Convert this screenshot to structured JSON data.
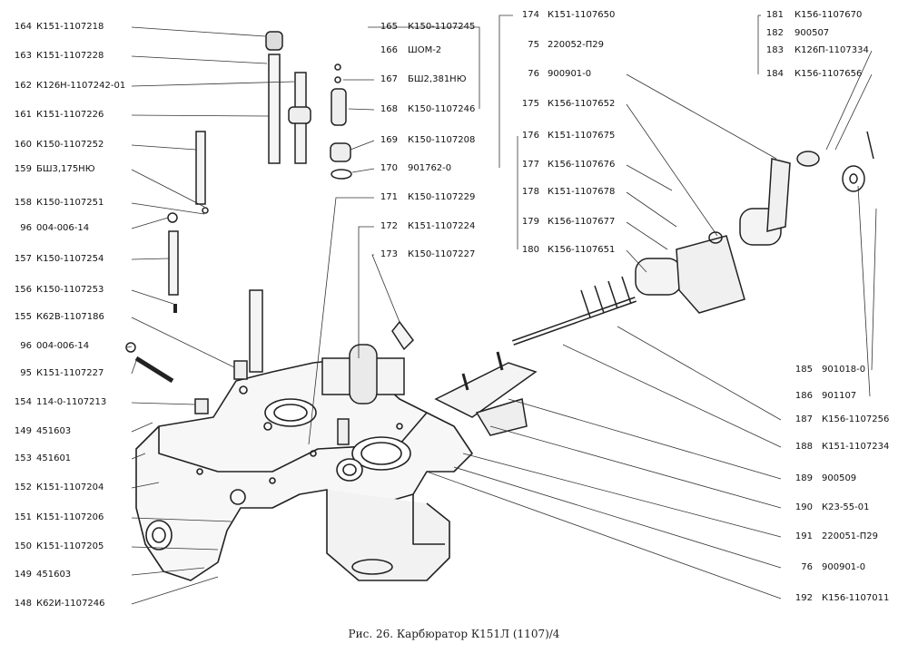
{
  "caption": "Рис. 26. Карбюратор К151Л (1107)/4",
  "callouts": [
    {
      "num": "164",
      "part": "К151-1107218",
      "side": "left"
    },
    {
      "num": "163",
      "part": "К151-1107228",
      "side": "left"
    },
    {
      "num": "162",
      "part": "К126Н-1107242-01",
      "side": "left"
    },
    {
      "num": "161",
      "part": "К151-1107226",
      "side": "left"
    },
    {
      "num": "160",
      "part": "К150-1107252",
      "side": "left"
    },
    {
      "num": "159",
      "part": "БШ3,175НЮ",
      "side": "left"
    },
    {
      "num": "158",
      "part": "К150-1107251",
      "side": "left"
    },
    {
      "num": "96",
      "part": "004-006-14",
      "side": "left"
    },
    {
      "num": "157",
      "part": "К150-1107254",
      "side": "left"
    },
    {
      "num": "156",
      "part": "К150-1107253",
      "side": "left"
    },
    {
      "num": "155",
      "part": "К62В-1107186",
      "side": "left"
    },
    {
      "num": "96",
      "part": "004-006-14",
      "side": "left"
    },
    {
      "num": "95",
      "part": "К151-1107227",
      "side": "left"
    },
    {
      "num": "154",
      "part": "114-0-1107213",
      "side": "left"
    },
    {
      "num": "149",
      "part": "451603",
      "side": "left"
    },
    {
      "num": "153",
      "part": "451601",
      "side": "left"
    },
    {
      "num": "152",
      "part": "К151-1107204",
      "side": "left"
    },
    {
      "num": "151",
      "part": "К151-1107206",
      "side": "left"
    },
    {
      "num": "150",
      "part": "К151-1107205",
      "side": "left"
    },
    {
      "num": "149",
      "part": "451603",
      "side": "left"
    },
    {
      "num": "148",
      "part": "К62И-1107246",
      "side": "left"
    },
    {
      "num": "165",
      "part": "К150-1107245",
      "side": "mid"
    },
    {
      "num": "166",
      "part": "ШОМ-2",
      "side": "mid"
    },
    {
      "num": "167",
      "part": "БШ2,381НЮ",
      "side": "mid"
    },
    {
      "num": "168",
      "part": "К150-1107246",
      "side": "mid"
    },
    {
      "num": "169",
      "part": "К150-1107208",
      "side": "mid"
    },
    {
      "num": "170",
      "part": "901762-0",
      "side": "mid"
    },
    {
      "num": "171",
      "part": "К150-1107229",
      "side": "mid"
    },
    {
      "num": "172",
      "part": "К151-1107224",
      "side": "mid"
    },
    {
      "num": "173",
      "part": "К150-1107227",
      "side": "mid"
    },
    {
      "num": "174",
      "part": "К151-1107650",
      "side": "mid2"
    },
    {
      "num": "75",
      "part": "220052-П29",
      "side": "mid2"
    },
    {
      "num": "76",
      "part": "900901-0",
      "side": "mid2"
    },
    {
      "num": "175",
      "part": "К156-1107652",
      "side": "mid2"
    },
    {
      "num": "176",
      "part": "К151-1107675",
      "side": "mid2"
    },
    {
      "num": "177",
      "part": "К156-1107676",
      "side": "mid2"
    },
    {
      "num": "178",
      "part": "К151-1107678",
      "side": "mid2"
    },
    {
      "num": "179",
      "part": "К156-1107677",
      "side": "mid2"
    },
    {
      "num": "180",
      "part": "К156-1107651",
      "side": "mid2"
    },
    {
      "num": "181",
      "part": "К156-1107670",
      "side": "right"
    },
    {
      "num": "182",
      "part": "900507",
      "side": "right"
    },
    {
      "num": "183",
      "part": "К126П-1107334",
      "side": "right"
    },
    {
      "num": "184",
      "part": "К156-1107656",
      "side": "right"
    },
    {
      "num": "185",
      "part": "901018-0",
      "side": "right"
    },
    {
      "num": "186",
      "part": "901107",
      "side": "right"
    },
    {
      "num": "187",
      "part": "К156-1107256",
      "side": "right"
    },
    {
      "num": "188",
      "part": "К151-1107234",
      "side": "right"
    },
    {
      "num": "189",
      "part": "900509",
      "side": "right"
    },
    {
      "num": "190",
      "part": "К23-55-01",
      "side": "right"
    },
    {
      "num": "191",
      "part": "220051-П29",
      "side": "right"
    },
    {
      "num": "76",
      "part": "900901-0",
      "side": "right"
    },
    {
      "num": "192",
      "part": "К156-1107011",
      "side": "right"
    }
  ]
}
